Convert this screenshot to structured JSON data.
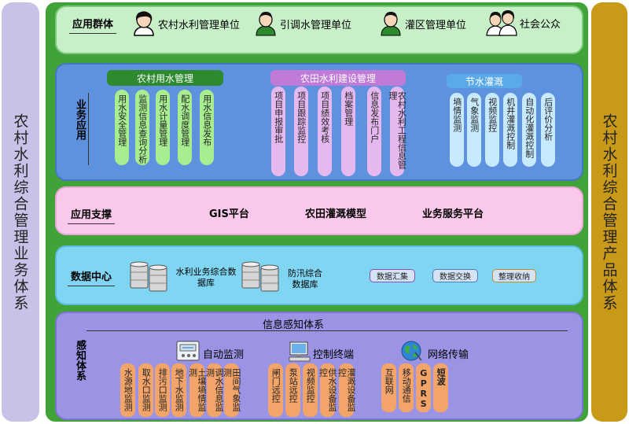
{
  "left_title": "农村水利综合管理业务体系",
  "right_title": "农村水利综合管理产品体系",
  "user_groups": {
    "label": "应用群体",
    "items": [
      {
        "label": "农村水利管理单位"
      },
      {
        "label": "引调水管理单位"
      },
      {
        "label": "灌区管理单位"
      },
      {
        "label": "社会公众"
      }
    ]
  },
  "business": {
    "label": "业务应用",
    "groups": [
      {
        "title": "农村用水管理",
        "items": [
          "用水安全管理",
          "监测信息查询分析",
          "用水计量管理",
          "配水调度管理",
          "用水信息发布"
        ]
      },
      {
        "title": "农田水利建设管理",
        "items": [
          "项目申报审批",
          "项目跟踪监控",
          "项目绩效考核",
          "档案管理",
          "信息发布门户",
          "农村水利工程信息管理"
        ]
      },
      {
        "title": "节水灌溉",
        "items": [
          "墒情监测",
          "气象监测",
          "视频监控",
          "机井灌溉控制",
          "自动化灌溉控制",
          "后评价分析"
        ]
      }
    ]
  },
  "support": {
    "label": "应用支撑",
    "items": [
      "GIS平台",
      "农田灌溉模型",
      "业务服务平台"
    ]
  },
  "data_center": {
    "label": "数据中心",
    "db1": "水利业务综合数据库",
    "db2": "防汛综合数据库",
    "tags": [
      "数据汇集",
      "数据交换",
      "整理收纳"
    ]
  },
  "sensing": {
    "label": "感知体系",
    "title": "信息感知体系",
    "monitor": {
      "label": "自动监测",
      "items": [
        "水源地监测",
        "取水口监测",
        "排污口监测",
        "地下水监测",
        "土壤墒情监测",
        "调水信息监测",
        "田间气象监测"
      ]
    },
    "control": {
      "label": "控制终端",
      "items": [
        "闸门远控",
        "泵站远控",
        "视频监控",
        "供水设备监控",
        "灌溉设备监控"
      ]
    },
    "network": {
      "label": "网络传输",
      "items": [
        "互联网",
        "移动通信",
        "GPRS",
        "短波"
      ]
    }
  },
  "colors": {
    "main_green": "#3fa338",
    "band_users": "#c8f0c8",
    "band_business": "#5f92de",
    "band_support": "#f9c8ea",
    "band_data": "#80d6f2",
    "band_sensing": "#9b93e4",
    "left_side": "#c9c2e8",
    "right_side": "#c89a18",
    "cat_water": "#2e8a2e",
    "cat_build": "#c07ad8",
    "cat_save": "#5aaae8"
  },
  "icons": [
    "person-icon",
    "database-icon",
    "meter-icon",
    "computer-icon",
    "globe-icon"
  ]
}
